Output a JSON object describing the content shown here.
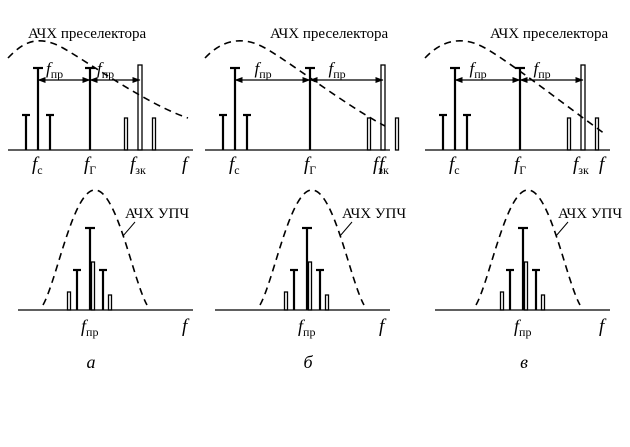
{
  "panels": [
    {
      "caption": "а",
      "top_curve_label": "АЧХ преселектора",
      "bottom_curve_label": "АЧХ УПЧ",
      "fs_label": "f",
      "fs_sub": "с",
      "fg_label": "f",
      "fg_sub": "Г",
      "fzk_label": "f",
      "fzk_sub": "зк",
      "f_axis_label": "f",
      "fpr_label": "f",
      "fpr_sub": "пр",
      "bottom_fpr_label": "f",
      "bottom_fpr_sub": "пр",
      "bottom_f_axis_label": "f"
    },
    {
      "caption": "б",
      "top_curve_label": "АЧХ преселектора",
      "bottom_curve_label": "АЧХ УПЧ",
      "fs_label": "f",
      "fs_sub": "с",
      "fg_label": "f",
      "fg_sub": "Г",
      "fzk_label": "f",
      "fzk_sub": "зк",
      "f_axis_label": "f",
      "fpr_label": "f",
      "fpr_sub": "пр",
      "bottom_fpr_label": "f",
      "bottom_fpr_sub": "пр",
      "bottom_f_axis_label": "f"
    },
    {
      "caption": "в",
      "top_curve_label": "АЧХ преселектора",
      "bottom_curve_label": "АЧХ УПЧ",
      "fs_label": "f",
      "fs_sub": "с",
      "fg_label": "f",
      "fg_sub": "Г",
      "fzk_label": "f",
      "fzk_sub": "зк",
      "f_axis_label": "f",
      "fpr_label": "f",
      "fpr_sub": "пр",
      "bottom_fpr_label": "f",
      "bottom_fpr_sub": "пр",
      "bottom_f_axis_label": "f"
    }
  ]
}
